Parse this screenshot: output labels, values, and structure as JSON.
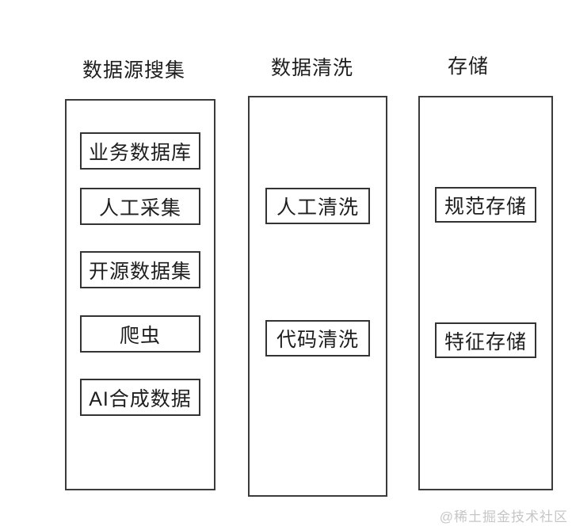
{
  "diagram": {
    "columns": [
      {
        "title": "数据源搜集",
        "boxes": [
          "业务数据库",
          "人工采集",
          "开源数据集",
          "爬虫",
          "AI合成数据"
        ]
      },
      {
        "title": "数据清洗",
        "boxes": [
          "人工清洗",
          "代码清洗"
        ]
      },
      {
        "title": "存储",
        "boxes": [
          "规范存储",
          "特征存储"
        ]
      }
    ],
    "watermark": "@稀土掘金技术社区"
  },
  "colors": {
    "background": "#ffffff",
    "frame_border": "#3b3b3b",
    "node_border": "#333333",
    "text": "#1e1e1e",
    "watermark": "#c6c6c6"
  }
}
